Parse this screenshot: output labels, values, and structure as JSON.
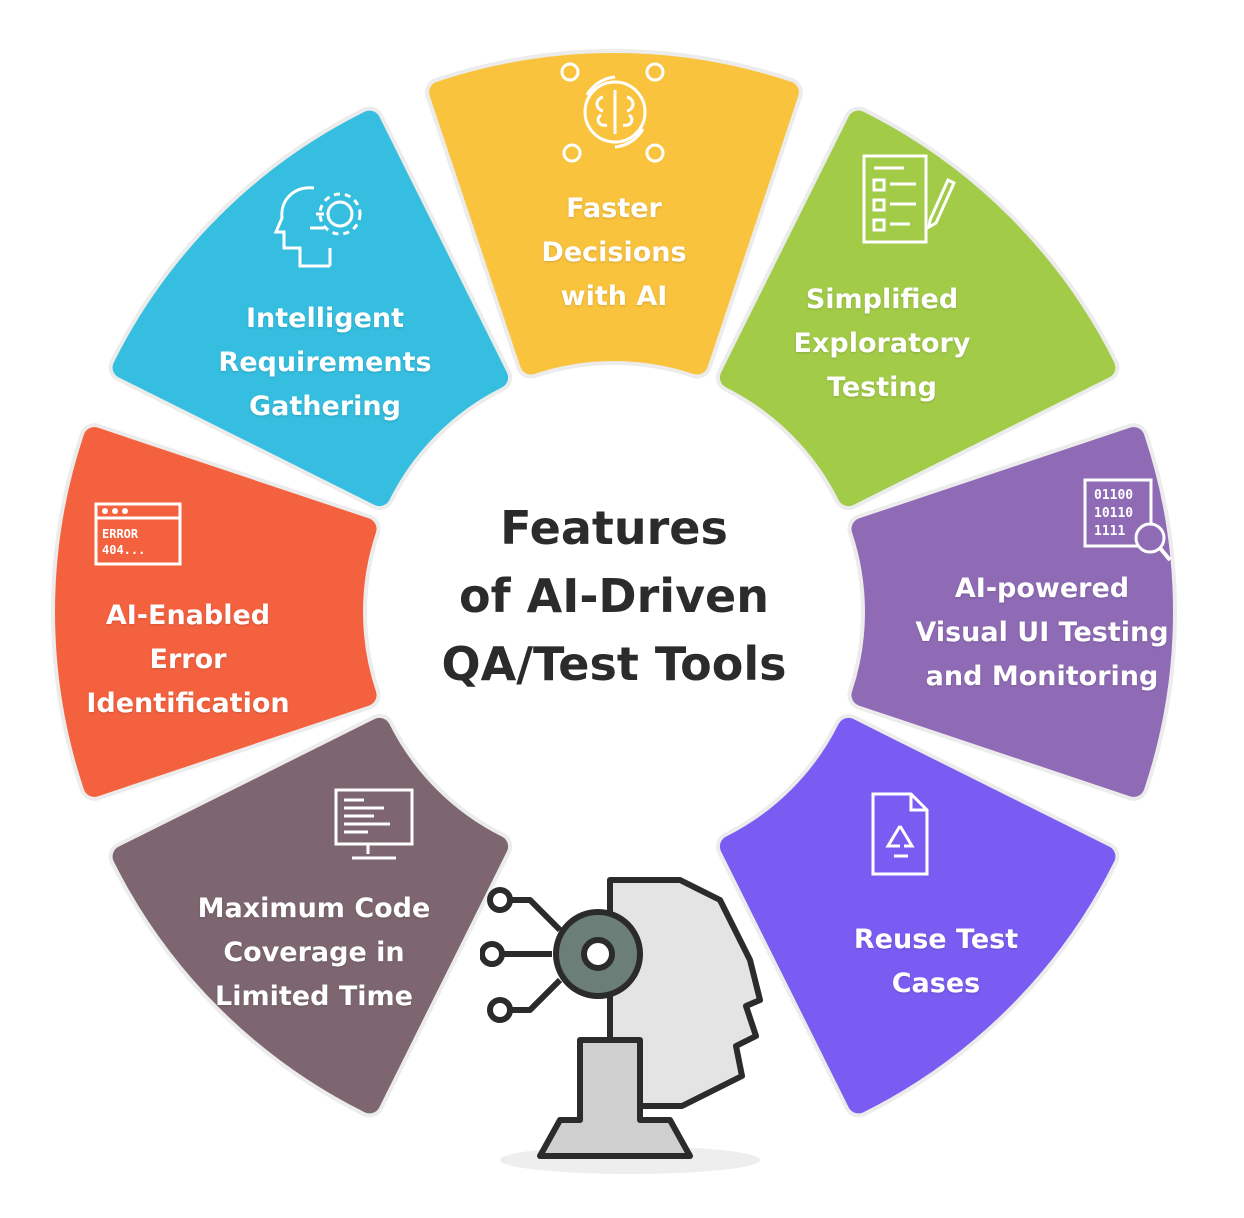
{
  "title": {
    "lines": [
      "Features",
      "of AI-Driven",
      "QA/Test Tools"
    ]
  },
  "segments": [
    {
      "id": "faster-decisions",
      "lines": [
        "Faster",
        "Decisions",
        "with AI"
      ],
      "color": "#F9C33D",
      "angle": 0,
      "icon": "brain-icon"
    },
    {
      "id": "exploratory-testing",
      "lines": [
        "Simplified",
        "Exploratory",
        "Testing"
      ],
      "color": "#A2CB48",
      "angle": 45,
      "icon": "checklist-icon"
    },
    {
      "id": "visual-ui-testing",
      "lines": [
        "AI-powered",
        "Visual UI Testing",
        "and Monitoring"
      ],
      "color": "#8F6BB5",
      "angle": 90,
      "icon": "binary-search-icon",
      "icon_text": [
        "01100",
        "10110",
        "1111"
      ]
    },
    {
      "id": "reuse-test-cases",
      "lines": [
        "Reuse Test",
        "Cases"
      ],
      "color": "#7B5CF2",
      "angle": 135,
      "icon": "recycle-document-icon"
    },
    {
      "id": "code-coverage",
      "lines": [
        "Maximum Code",
        "Coverage in",
        "Limited Time"
      ],
      "color": "#7D6670",
      "angle": 225,
      "icon": "monitor-code-icon"
    },
    {
      "id": "error-identification",
      "lines": [
        "AI-Enabled",
        "Error",
        "Identification"
      ],
      "color": "#F4613F",
      "angle": 270,
      "icon": "error-browser-icon",
      "icon_text": [
        "ERROR",
        "404..."
      ]
    },
    {
      "id": "requirements-gathering",
      "lines": [
        "Intelligent",
        "Requirements",
        "Gathering"
      ],
      "color": "#35BEDF",
      "angle": 315,
      "icon": "head-gear-icon"
    }
  ]
}
